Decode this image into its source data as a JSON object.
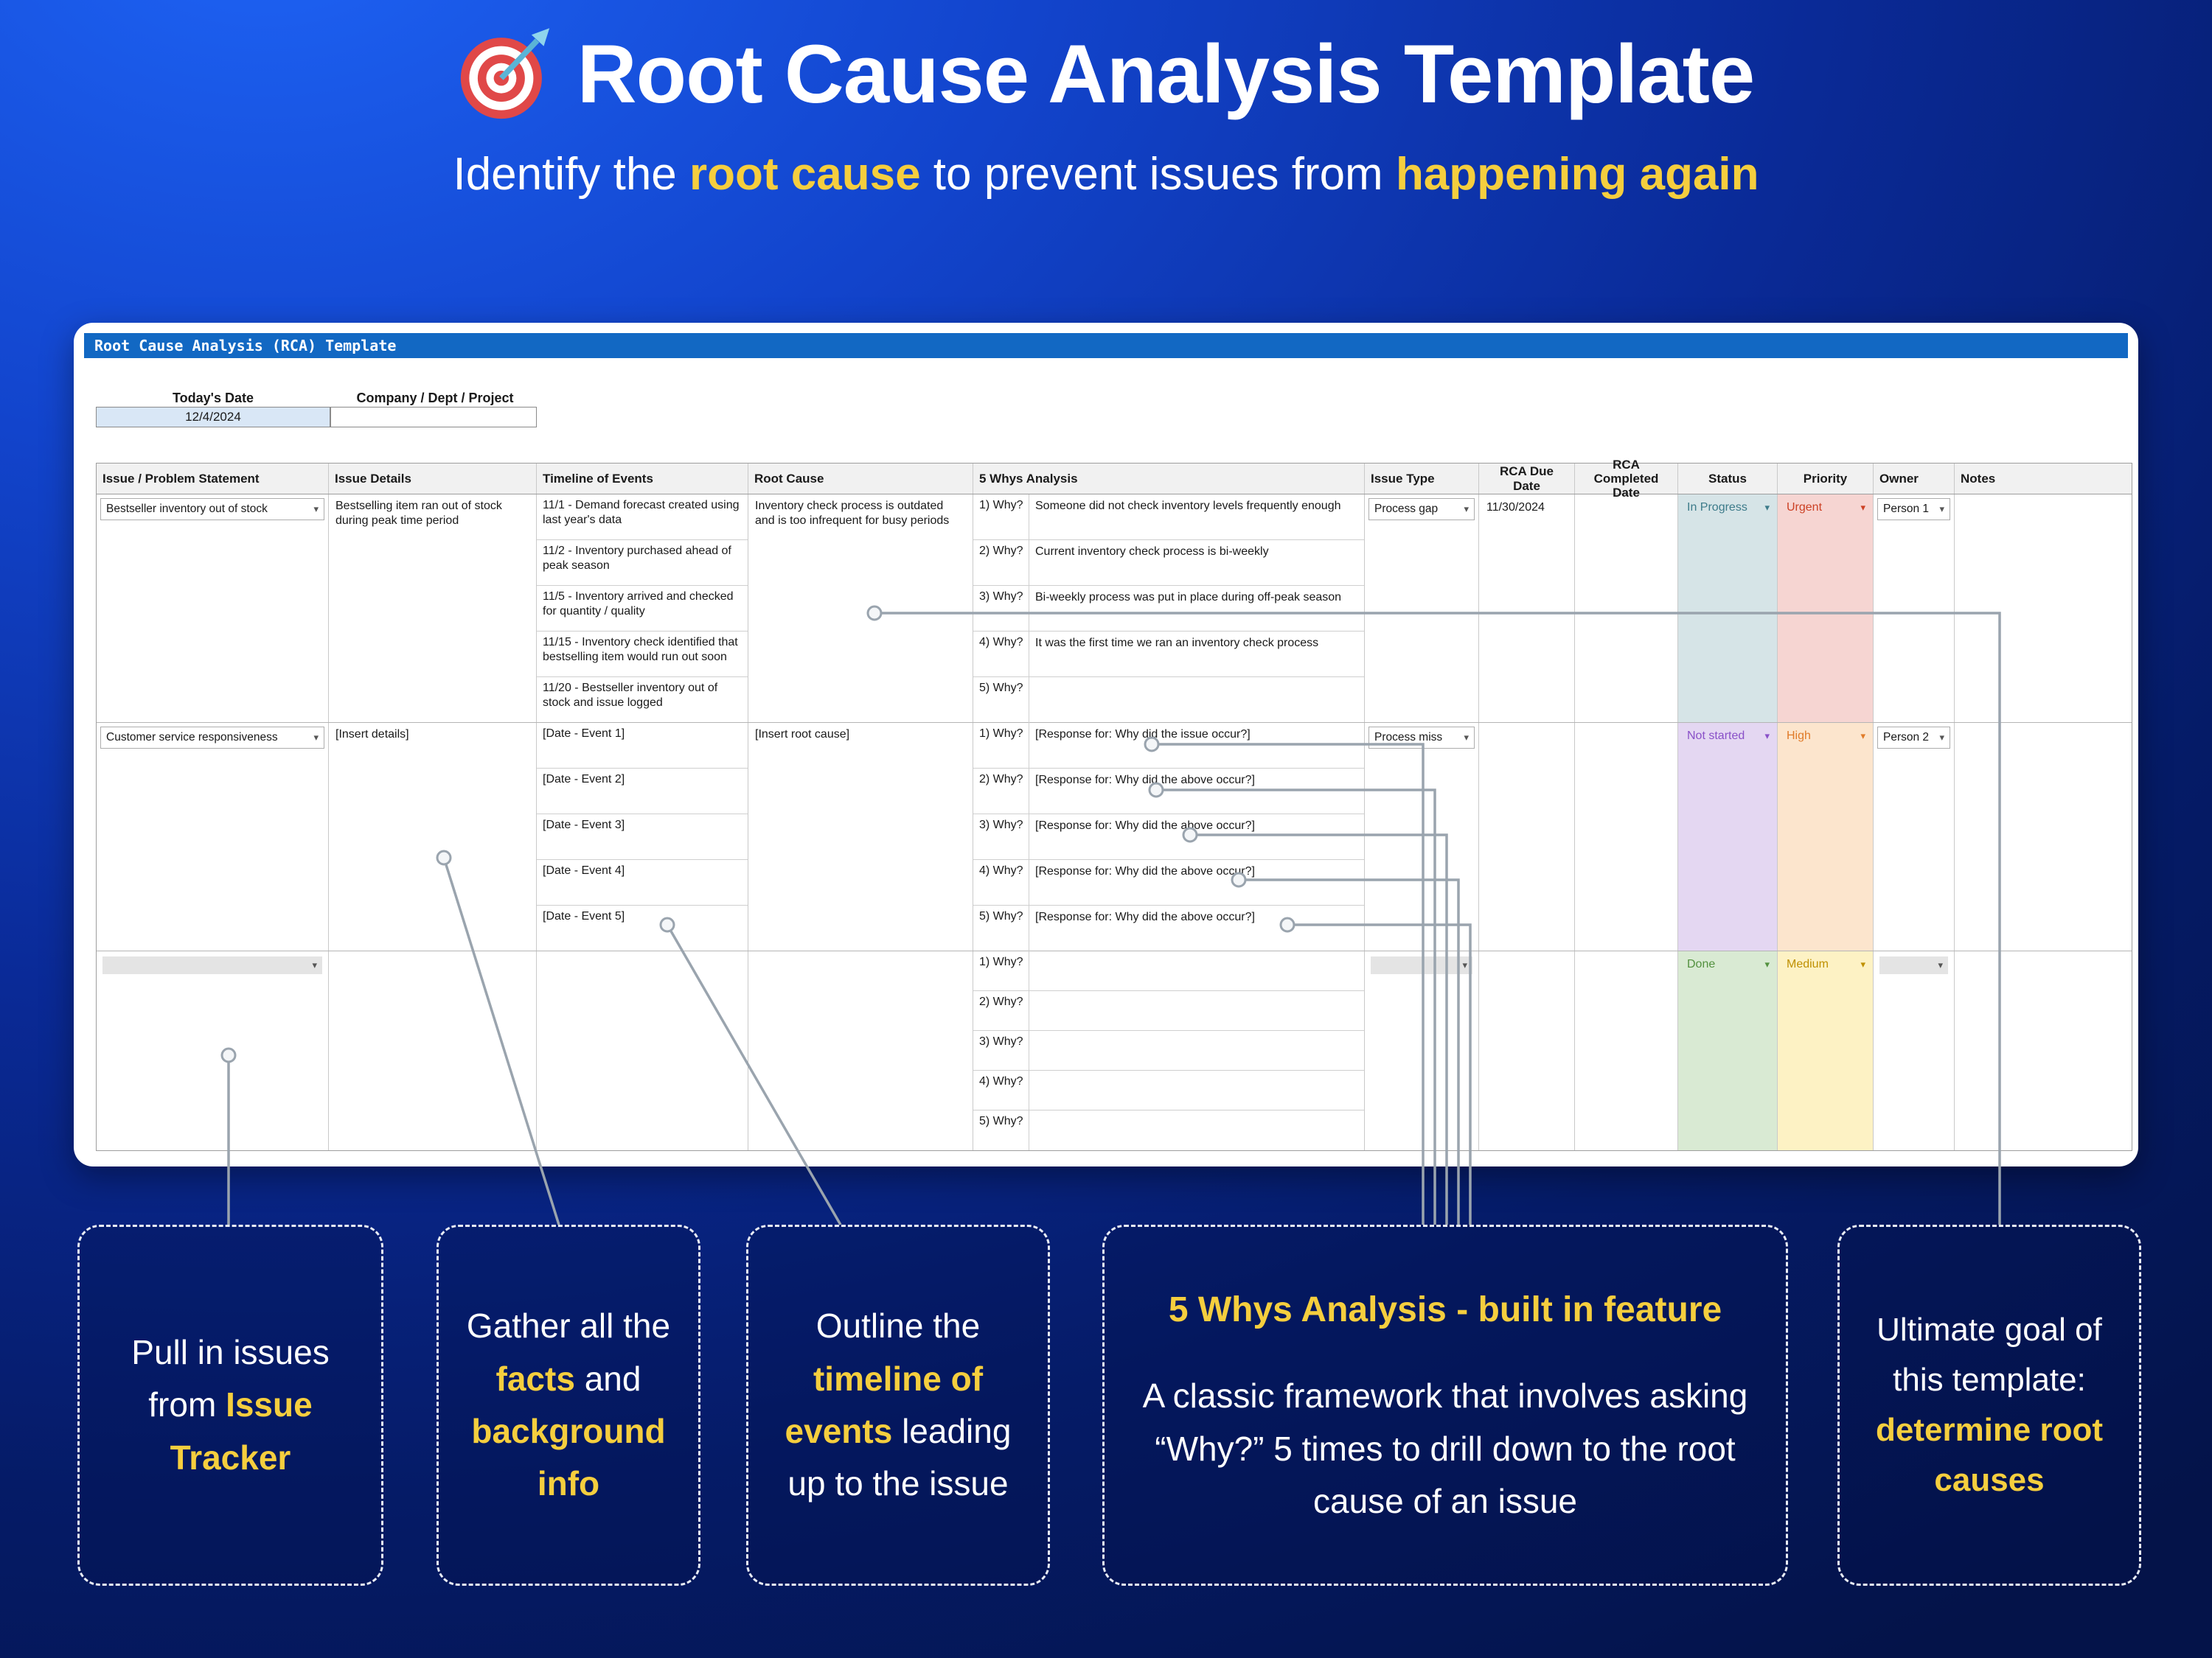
{
  "page": {
    "title": "Root Cause Analysis Template",
    "subtitle": {
      "p1": "Identify the ",
      "hl1": "root cause",
      "p2": " to prevent issues from ",
      "hl2": "happening again"
    }
  },
  "colors": {
    "accent_yellow": "#F5CE3E",
    "sheet_titlebar_blue": "#1268C3",
    "background_blue_top": "#1E63F5",
    "background_navy_bottom": "#041349"
  },
  "sheet": {
    "titlebar": "Root Cause Analysis (RCA) Template",
    "meta": {
      "date_label": "Today's Date",
      "date_value": "12/4/2024",
      "company_label": "Company / Dept / Project",
      "company_value": ""
    },
    "columns": {
      "issue": "Issue / Problem Statement",
      "details": "Issue Details",
      "timeline": "Timeline of Events",
      "root_cause": "Root Cause",
      "five_whys": "5 Whys Analysis",
      "issue_type": "Issue Type",
      "rca_due": "RCA Due Date",
      "rca_completed": "RCA Completed Date",
      "status": "Status",
      "priority": "Priority",
      "owner": "Owner",
      "notes": "Notes"
    },
    "why_labels": [
      "1) Why?",
      "2) Why?",
      "3) Why?",
      "4) Why?",
      "5) Why?"
    ],
    "rows": [
      {
        "issue": "Bestseller inventory out of stock",
        "details": "Bestselling item ran out of stock during peak time period",
        "timeline": [
          "11/1 - Demand forecast created using last year's data",
          "11/2 - Inventory purchased ahead of peak season",
          "11/5 - Inventory arrived and checked for quantity / quality",
          "11/15 - Inventory check identified that bestselling item would run out soon",
          "11/20 - Bestseller inventory out of stock and issue logged"
        ],
        "root_cause": "Inventory check process is outdated and is too infrequent for busy periods",
        "whys": [
          "Someone did not check inventory levels frequently enough",
          "Current inventory check process is bi-weekly",
          "Bi-weekly process was put in place during off-peak season",
          "It was the first time we ran an inventory check process",
          ""
        ],
        "issue_type": "Process gap",
        "rca_due": "11/30/2024",
        "rca_completed": "",
        "status": "In Progress",
        "status_bg": "#d6e4e7",
        "status_fg": "#3d7b8a",
        "priority": "Urgent",
        "priority_bg": "#f6d5d2",
        "priority_fg": "#cc4125",
        "owner": "Person 1",
        "notes": ""
      },
      {
        "issue": "Customer service responsiveness",
        "details": "[Insert details]",
        "timeline": [
          "[Date - Event 1]",
          "[Date - Event 2]",
          "[Date - Event 3]",
          "[Date - Event 4]",
          "[Date - Event 5]"
        ],
        "root_cause": "[Insert root cause]",
        "whys": [
          "[Response for: Why did the issue occur?]",
          "[Response for: Why did the above occur?]",
          "[Response for: Why did the above occur?]",
          "[Response for: Why did the above occur?]",
          "[Response for: Why did the above occur?]"
        ],
        "issue_type": "Process miss",
        "rca_due": "",
        "rca_completed": "",
        "status": "Not started",
        "status_bg": "#e4d7f2",
        "status_fg": "#8950c8",
        "priority": "High",
        "priority_bg": "#fce5cd",
        "priority_fg": "#e07b28",
        "owner": "Person 2",
        "notes": ""
      },
      {
        "issue": "",
        "details": "",
        "timeline": [
          "",
          "",
          "",
          "",
          ""
        ],
        "root_cause": "",
        "whys": [
          "",
          "",
          "",
          "",
          ""
        ],
        "issue_type": "",
        "rca_due": "",
        "rca_completed": "",
        "status": "Done",
        "status_bg": "#d9ead3",
        "status_fg": "#53913f",
        "priority": "Medium",
        "priority_bg": "#fdf2c4",
        "priority_fg": "#bf9000",
        "owner": "",
        "notes": ""
      }
    ]
  },
  "callouts": {
    "c1": {
      "p1": "Pull in issues from ",
      "hl": "Issue Tracker"
    },
    "c2": {
      "p1": "Gather all the ",
      "hl1": "facts",
      "p2": " and ",
      "hl2": "background info"
    },
    "c3": {
      "p1": "Outline the ",
      "hl": "timeline of events",
      "p2": " leading up to the issue"
    },
    "c4": {
      "title": "5 Whys Analysis - built in feature",
      "body": "A classic framework that involves asking “Why?” 5 times to drill down to the root cause of an issue"
    },
    "c5": {
      "p1": "Ultimate goal of this template: ",
      "hl": "determine root causes"
    }
  }
}
